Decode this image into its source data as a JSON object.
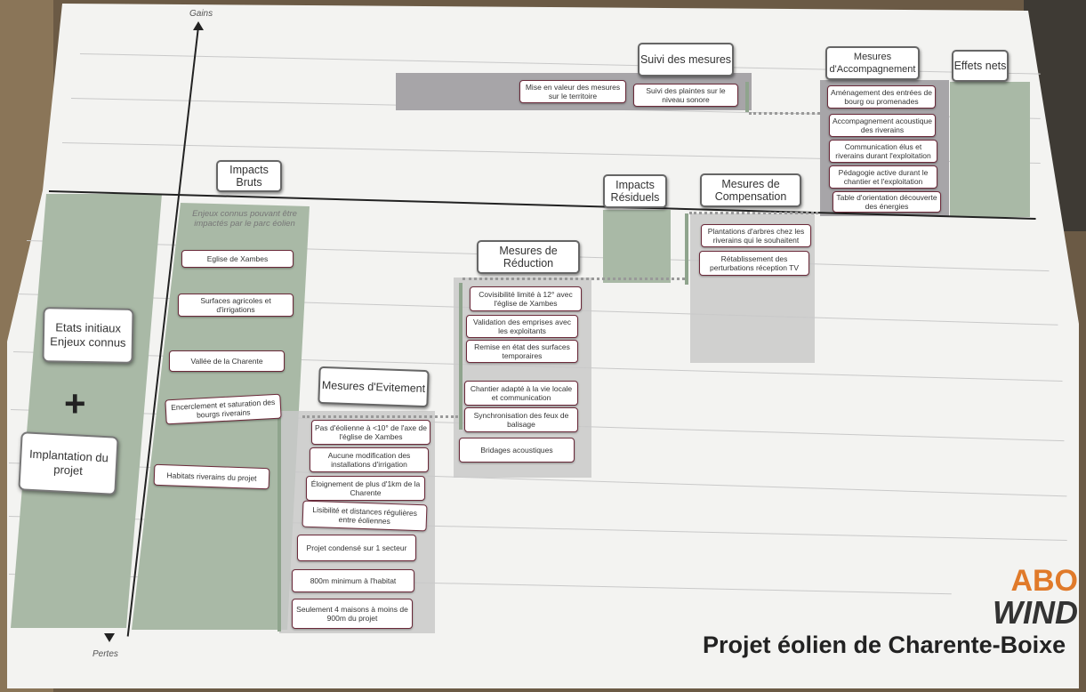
{
  "axis": {
    "top_label": "Gains",
    "bottom_label": "Pertes"
  },
  "sidebar": {
    "card_1": "Etats initiaux Enjeux connus",
    "plus": "+",
    "card_2": "Implantation du projet"
  },
  "impacts_bruts": {
    "header": "Impacts Bruts",
    "note": "Enjeux connus pouvant être impactés par le parc éolien",
    "items": [
      "Eglise de Xambes",
      "Surfaces agricoles et d'irrigations",
      "Vallée de la Charente",
      "Encerclement et saturation des bourgs riverains",
      "Habitats riverains du projet"
    ]
  },
  "evitement": {
    "header": "Mesures d'Evitement",
    "items": [
      "Pas d'éolienne à <10° de l'axe de l'église de Xambes",
      "Aucune modification des installations d'irrigation",
      "Éloignement de plus d'1km de la Charente",
      "Lisibilité et distances régulières entre éoliennes",
      "Projet condensé sur 1 secteur",
      "800m minimum à l'habitat",
      "Seulement 4 maisons à moins de 900m du projet"
    ]
  },
  "reduction": {
    "header": "Mesures de Réduction",
    "items": [
      "Covisibilité limité à 12° avec l'église de Xambes",
      "Validation des emprises avec les exploitants",
      "Remise en état des surfaces temporaires",
      "Chantier adapté à la vie locale et communication",
      "Synchronisation des feux de balisage",
      "Bridages acoustiques"
    ]
  },
  "residuels": {
    "header": "Impacts Résiduels"
  },
  "compensation": {
    "header": "Mesures de Compensation",
    "items": [
      "Plantations d'arbres chez les riverains qui le souhaitent",
      "Rétablissement des perturbations réception TV"
    ]
  },
  "suivi": {
    "header": "Suivi des mesures",
    "items": [
      "Mise en valeur des mesures sur le territoire",
      "Suivi des plaintes sur le niveau sonore"
    ]
  },
  "accompagnement": {
    "header": "Mesures d'Accompagnement",
    "items": [
      "Aménagement des entrées de bourg ou promenades",
      "Accompagnement acoustique des riverains",
      "Communication élus et riverains durant l'exploitation",
      "Pédagogie active durant le chantier et l'exploitation",
      "Table d'orientation découverte des énergies"
    ]
  },
  "effets_nets": {
    "header": "Effets nets"
  },
  "brand": {
    "line1": "ABO",
    "line2": "WIND",
    "title": "Projet éolien de Charente-Boixe"
  },
  "colors": {
    "panel_green": "#a9b9a6",
    "brand_orange": "#e07a2a",
    "card_border": "#6b2a3a"
  }
}
